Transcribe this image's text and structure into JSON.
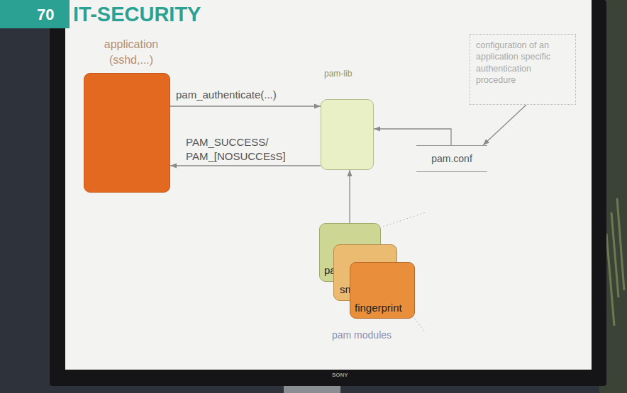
{
  "diagram": {
    "nodes": [
      {
        "text": [
          "application (sshd,...)"
        ]
      },
      {
        "text": [
          "pam-lib"
        ]
      },
      {
        "text": [
          "pam.conf"
        ]
      },
      {
        "text": [
          "configuration of an application specific authentication procedure"
        ]
      },
      {
        "text": [
          "password"
        ]
      },
      {
        "text": [
          "smartcard"
        ]
      },
      {
        "text": [
          "fingerprint"
        ]
      }
    ],
    "edges": [
      {
        "from": 0,
        "to": 1,
        "label": "pam_authenticate(...)",
        "arrow": "to"
      },
      {
        "from": 1,
        "to": 0,
        "label": "PAM_SUCCESS/ PAM_[NOSUCCEsS]",
        "arrow": "to"
      },
      {
        "from": 2,
        "to": 1,
        "arrow": "to"
      },
      {
        "from": 3,
        "to": 2,
        "arrow": "to"
      },
      {
        "from": 4,
        "to": 1,
        "arrow": "to"
      }
    ],
    "labels": [
      "70",
      "IT-SECURITY",
      "pam modules",
      "SONY"
    ]
  }
}
